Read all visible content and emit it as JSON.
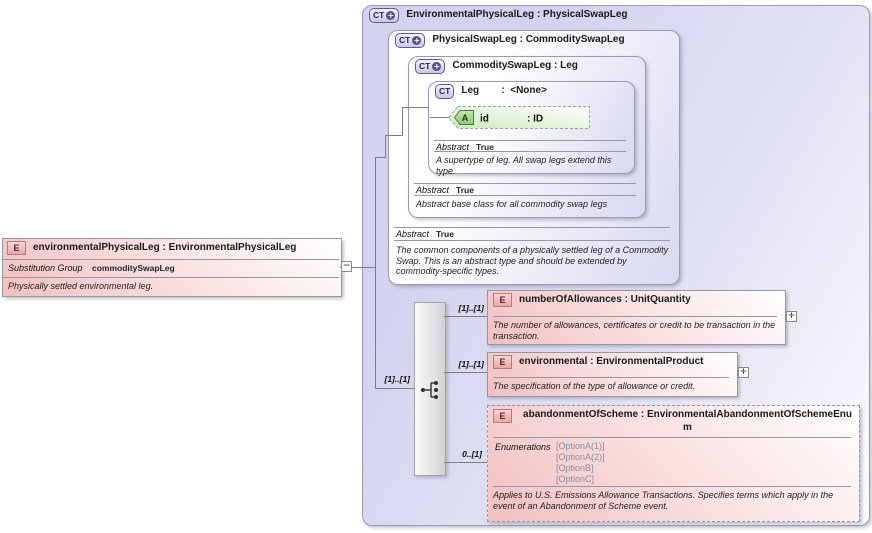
{
  "icons": {
    "collapse": "−",
    "expand": "+"
  },
  "left_element": {
    "badge": "E",
    "title": "environmentalPhysicalLeg : EnvironmentalPhysicalLeg",
    "substitution_group_label": "Substitution Group",
    "substitution_group_value": "commoditySwapLeg",
    "description": "Physically settled environmental leg."
  },
  "diagram": {
    "root_type": {
      "badge": "CT",
      "title": "EnvironmentalPhysicalLeg : PhysicalSwapLeg"
    },
    "physical_swap_leg": {
      "badge": "CT",
      "title": "PhysicalSwapLeg : CommoditySwapLeg",
      "abstract_label": "Abstract",
      "abstract_value": "True",
      "description": "The common components of a physically settled leg of a Commodity Swap. This is an abstract type and should be extended by commodity-specific types."
    },
    "commodity_swap_leg": {
      "badge": "CT",
      "title": "CommoditySwapLeg : Leg",
      "abstract_label": "Abstract",
      "abstract_value": "True",
      "description": "Abstract base class for all commodity swap legs"
    },
    "leg": {
      "badge": "CT",
      "title": "Leg        :  <None>",
      "abstract_label": "Abstract",
      "abstract_value": "True",
      "description": "A supertype of leg. All swap legs extend this type.",
      "attribute": {
        "badge": "A",
        "name": "id",
        "type": ": ID"
      }
    },
    "cardinality": {
      "trunk": "[1]..[1]",
      "number_of_allowances": "[1]..[1]",
      "environmental": "[1]..[1]",
      "abandonment": "0..[1]"
    },
    "elements": [
      {
        "badge": "E",
        "title": "numberOfAllowances : UnitQuantity",
        "description": "The number of allowances, certificates or credit to be transaction in the transaction."
      },
      {
        "badge": "E",
        "title": "environmental : EnvironmentalProduct",
        "description": "The specification of the type of allowance or credit."
      },
      {
        "badge": "E",
        "title": "abandonmentOfScheme : EnvironmentalAbandonmentOfSchemeEnum",
        "enumerations_label": "Enumerations",
        "enumerations": [
          "[OptionA(1)]",
          "[OptionA(2)]",
          "[OptionB]",
          "[OptionC]"
        ],
        "description": "Applies to U.S. Emissions Allowance Transactions. Specifies terms which apply in the event of an Abandonment of Scheme event."
      }
    ]
  },
  "palette": {
    "type_fill": "#d4d4ef",
    "element_fill": "#f3c6c6",
    "attribute_fill": "#c8e8ba",
    "line": "#7d7d7d"
  }
}
